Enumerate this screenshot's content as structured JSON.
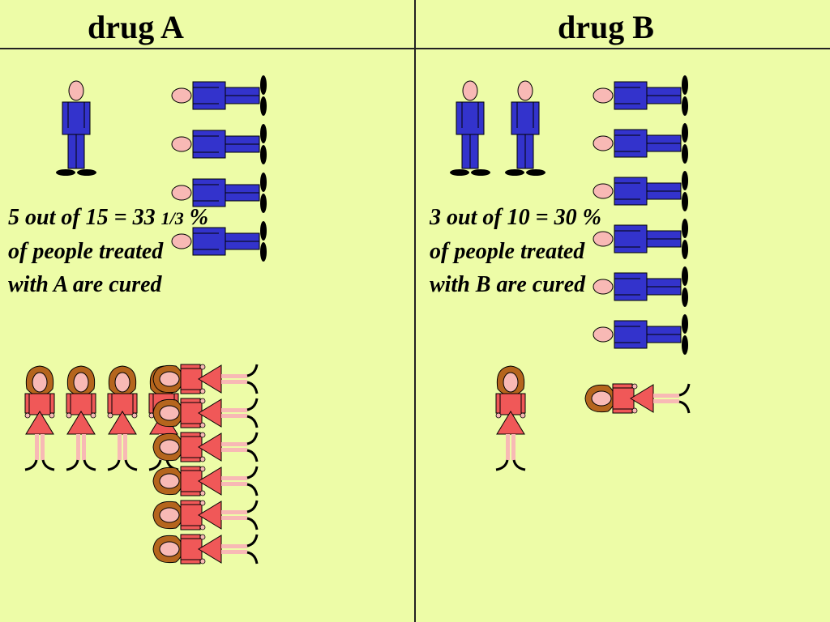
{
  "panels": [
    {
      "title": "drug  A",
      "stat_line1_main": "5 out of 15 = 33 ",
      "stat_line1_frac": "1/3",
      "stat_line1_end": " %",
      "stat_line2": "of  people  treated",
      "stat_line3": "with A are cured",
      "cured_men": 1,
      "not_cured_men": 4,
      "cured_women": 4,
      "not_cured_women": 6
    },
    {
      "title": "drug  B",
      "stat_line1_main": "3 out of 10 = 30 %",
      "stat_line1_frac": "",
      "stat_line1_end": "",
      "stat_line2": "of  people  treated",
      "stat_line3": "with B are cured",
      "cured_men": 2,
      "not_cured_men": 6,
      "cured_women": 1,
      "not_cured_women": 1
    }
  ],
  "colors": {
    "background": "#edfca7",
    "man_suit": "#3333cc",
    "woman_dress": "#f05858",
    "skin": "#f8b9b5",
    "hair": "#b5651d"
  }
}
